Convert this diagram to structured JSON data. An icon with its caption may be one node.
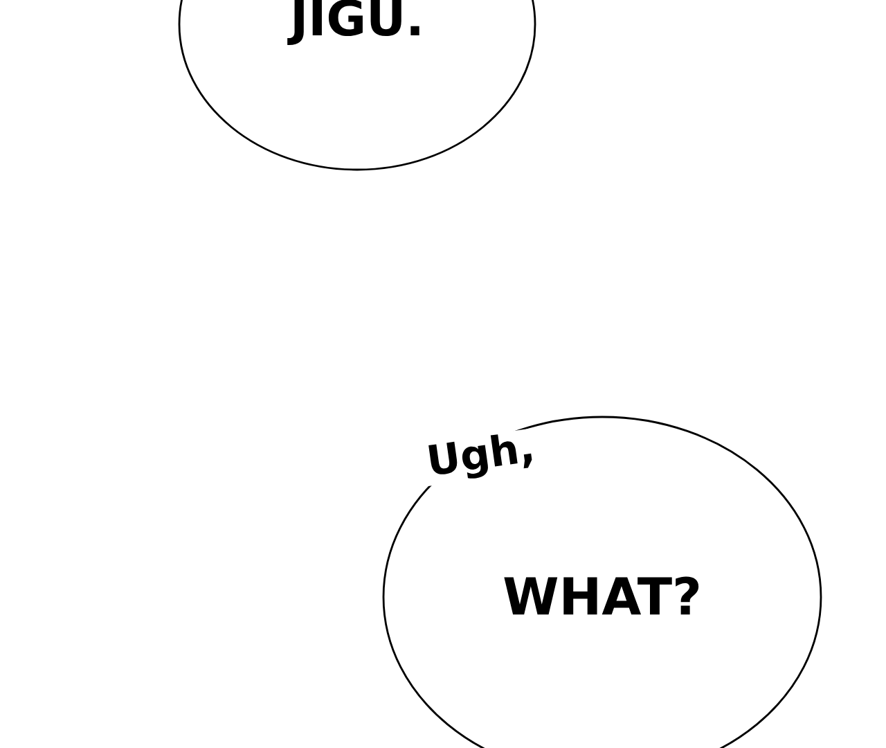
{
  "diagram": {
    "nodes": [
      {
        "text": [
          "JIGU."
        ]
      },
      {
        "text": [
          "Ugh,",
          "WHAT?"
        ]
      }
    ]
  }
}
